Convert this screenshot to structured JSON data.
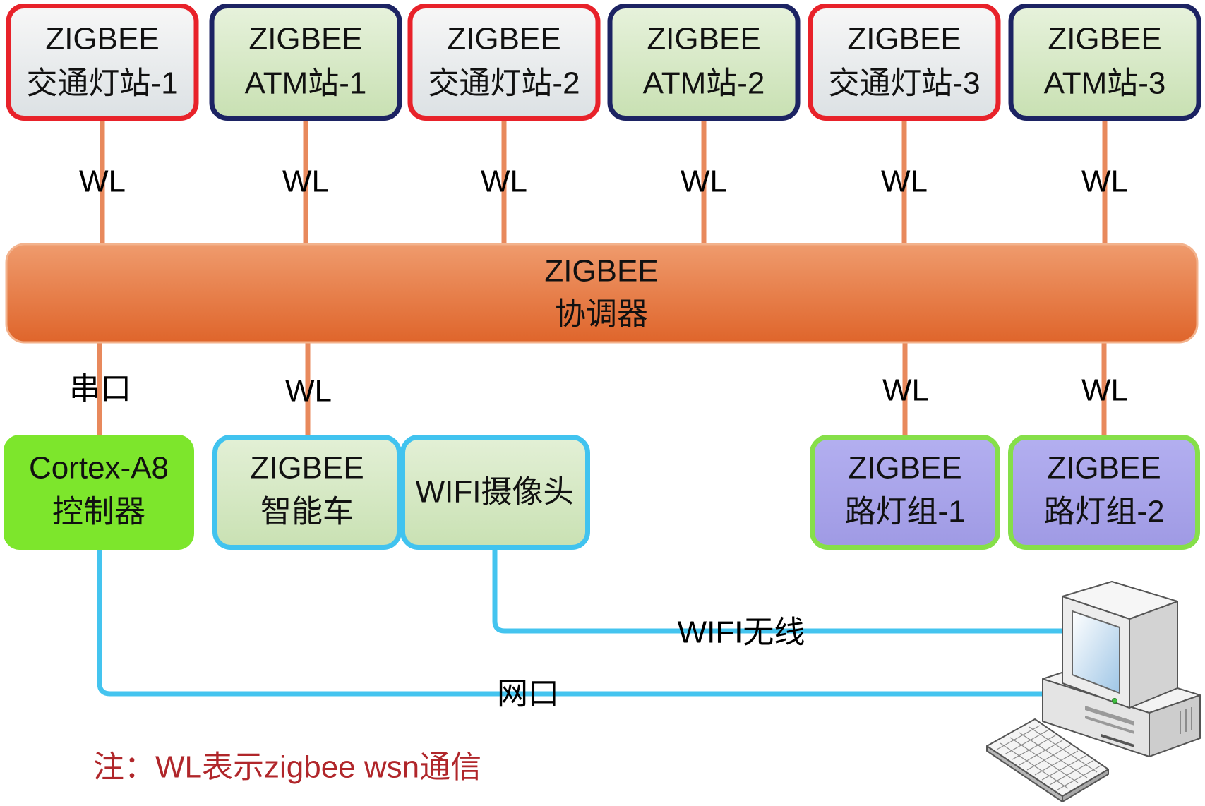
{
  "top_nodes": [
    {
      "line1": "ZIGBEE",
      "line2": "交通灯站-1"
    },
    {
      "line1": "ZIGBEE",
      "line2": "ATM站-1"
    },
    {
      "line1": "ZIGBEE",
      "line2": "交通灯站-2"
    },
    {
      "line1": "ZIGBEE",
      "line2": "ATM站-2"
    },
    {
      "line1": "ZIGBEE",
      "line2": "交通灯站-3"
    },
    {
      "line1": "ZIGBEE",
      "line2": "ATM站-3"
    }
  ],
  "top_links": [
    "WL",
    "WL",
    "WL",
    "WL",
    "WL",
    "WL"
  ],
  "coordinator": {
    "line1": "ZIGBEE",
    "line2": "协调器"
  },
  "bottom_links": [
    "串口",
    "WL",
    "WL",
    "WL"
  ],
  "bottom_nodes": [
    {
      "line1": "Cortex-A8",
      "line2": "控制器"
    },
    {
      "line1": "ZIGBEE",
      "line2": "智能车"
    },
    {
      "line1": "WIFI摄像头"
    },
    {
      "line1": "ZIGBEE",
      "line2": "路灯组-1"
    },
    {
      "line1": "ZIGBEE",
      "line2": "路灯组-2"
    }
  ],
  "connections": {
    "wifi_label": "WIFI无线",
    "ethernet_label": "网口"
  },
  "note": "注：WL表示zigbee wsn通信",
  "icons": {
    "computer": "desktop-computer-icon"
  },
  "colors": {
    "traffic_station_border": "#e8222a",
    "atm_station_border": "#1c2363",
    "coordinator_fill": "#e8783f",
    "link_line": "#e8895c",
    "network_line": "#44c4ef",
    "controller_fill": "#7de62c",
    "camera_car_border": "#41c3ef",
    "streetlight_fill": "#a9a5ea",
    "streetlight_border": "#86df49",
    "note_text": "#b0262a"
  }
}
